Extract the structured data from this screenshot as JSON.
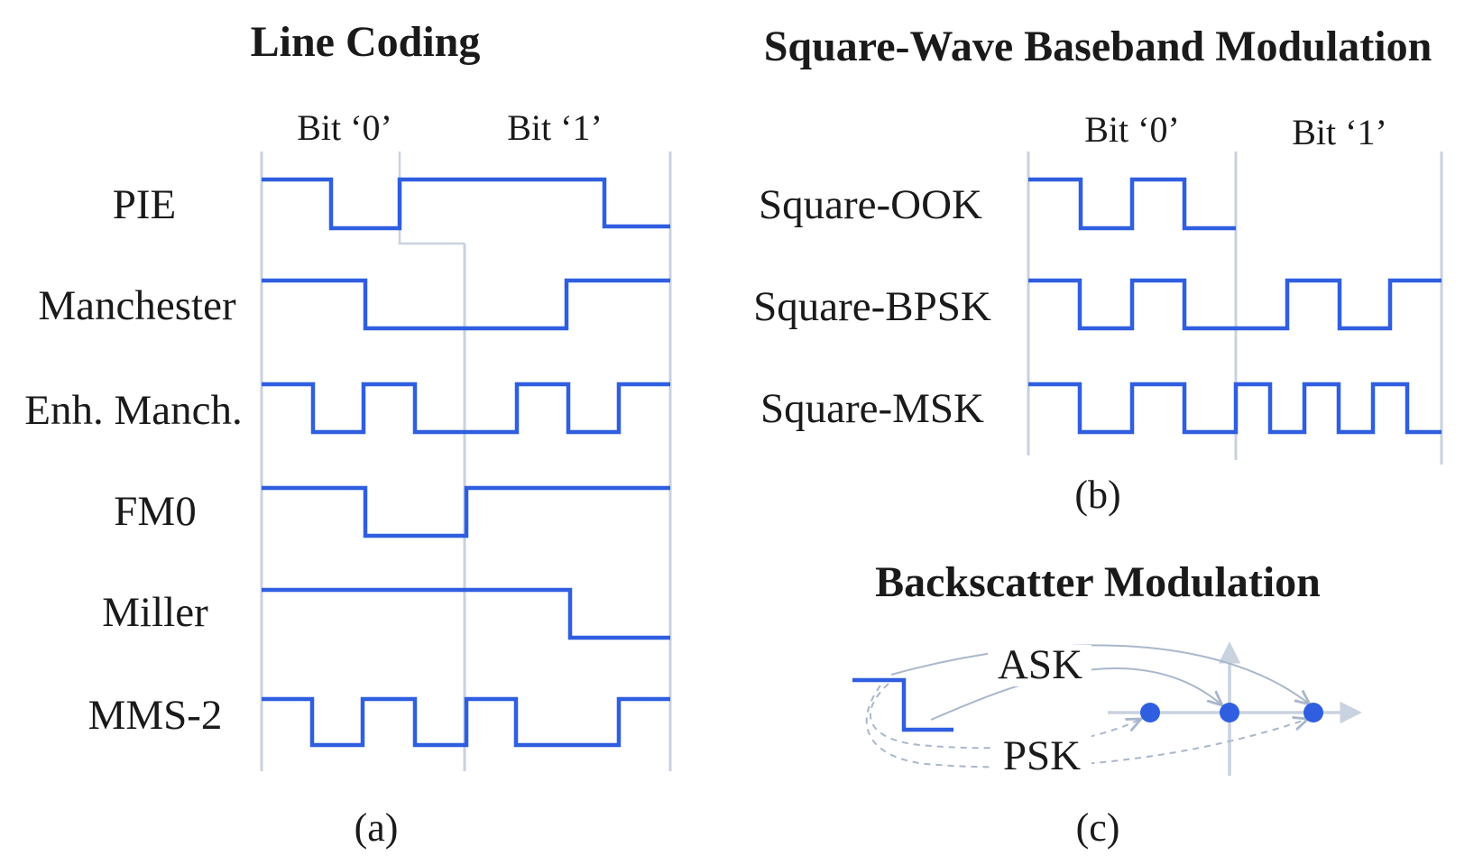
{
  "colors": {
    "signal": "#2f5ee0",
    "grid": "#c9d2df",
    "arrow": "#a9b7cc",
    "text": "#1a1a1a"
  },
  "panel_a": {
    "title": "Line Coding",
    "bit0": "Bit ‘0’",
    "bit1": "Bit ‘1’",
    "caption": "(a)",
    "rows": [
      "PIE",
      "Manchester",
      "Enh. Manch.",
      "FM0",
      "Miller",
      "MMS-2"
    ]
  },
  "panel_b": {
    "title": "Square-Wave Baseband Modulation",
    "bit0": "Bit ‘0’",
    "bit1": "Bit ‘1’",
    "caption": "(b)",
    "rows": [
      "Square-OOK",
      "Square-BPSK",
      "Square-MSK"
    ]
  },
  "panel_c": {
    "title": "Backscatter Modulation",
    "ask_label": "ASK",
    "psk_label": "PSK",
    "caption": "(c)"
  }
}
